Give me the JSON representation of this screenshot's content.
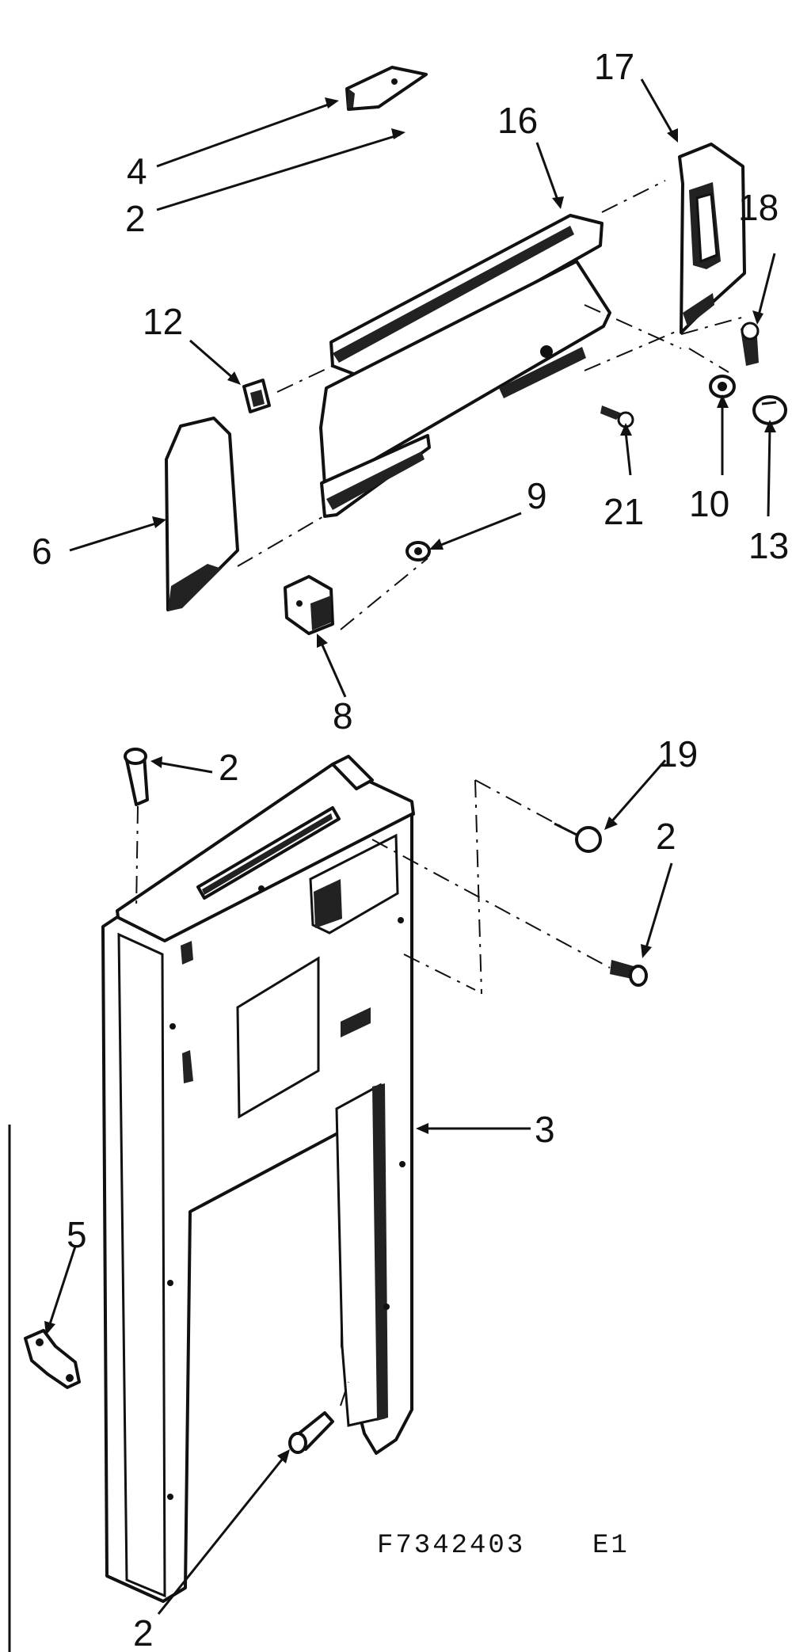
{
  "diagram": {
    "callouts": [
      {
        "id": "4",
        "label": "4"
      },
      {
        "id": "2a",
        "label": "2"
      },
      {
        "id": "16",
        "label": "16"
      },
      {
        "id": "17",
        "label": "17"
      },
      {
        "id": "18",
        "label": "18"
      },
      {
        "id": "12",
        "label": "12"
      },
      {
        "id": "6",
        "label": "6"
      },
      {
        "id": "9",
        "label": "9"
      },
      {
        "id": "21",
        "label": "21"
      },
      {
        "id": "10",
        "label": "10"
      },
      {
        "id": "13",
        "label": "13"
      },
      {
        "id": "8",
        "label": "8"
      },
      {
        "id": "2b",
        "label": "2"
      },
      {
        "id": "19",
        "label": "19"
      },
      {
        "id": "2c",
        "label": "2"
      },
      {
        "id": "3",
        "label": "3"
      },
      {
        "id": "5",
        "label": "5"
      },
      {
        "id": "2d",
        "label": "2"
      }
    ],
    "catalog_code": "F7342403",
    "revision": "E1"
  }
}
